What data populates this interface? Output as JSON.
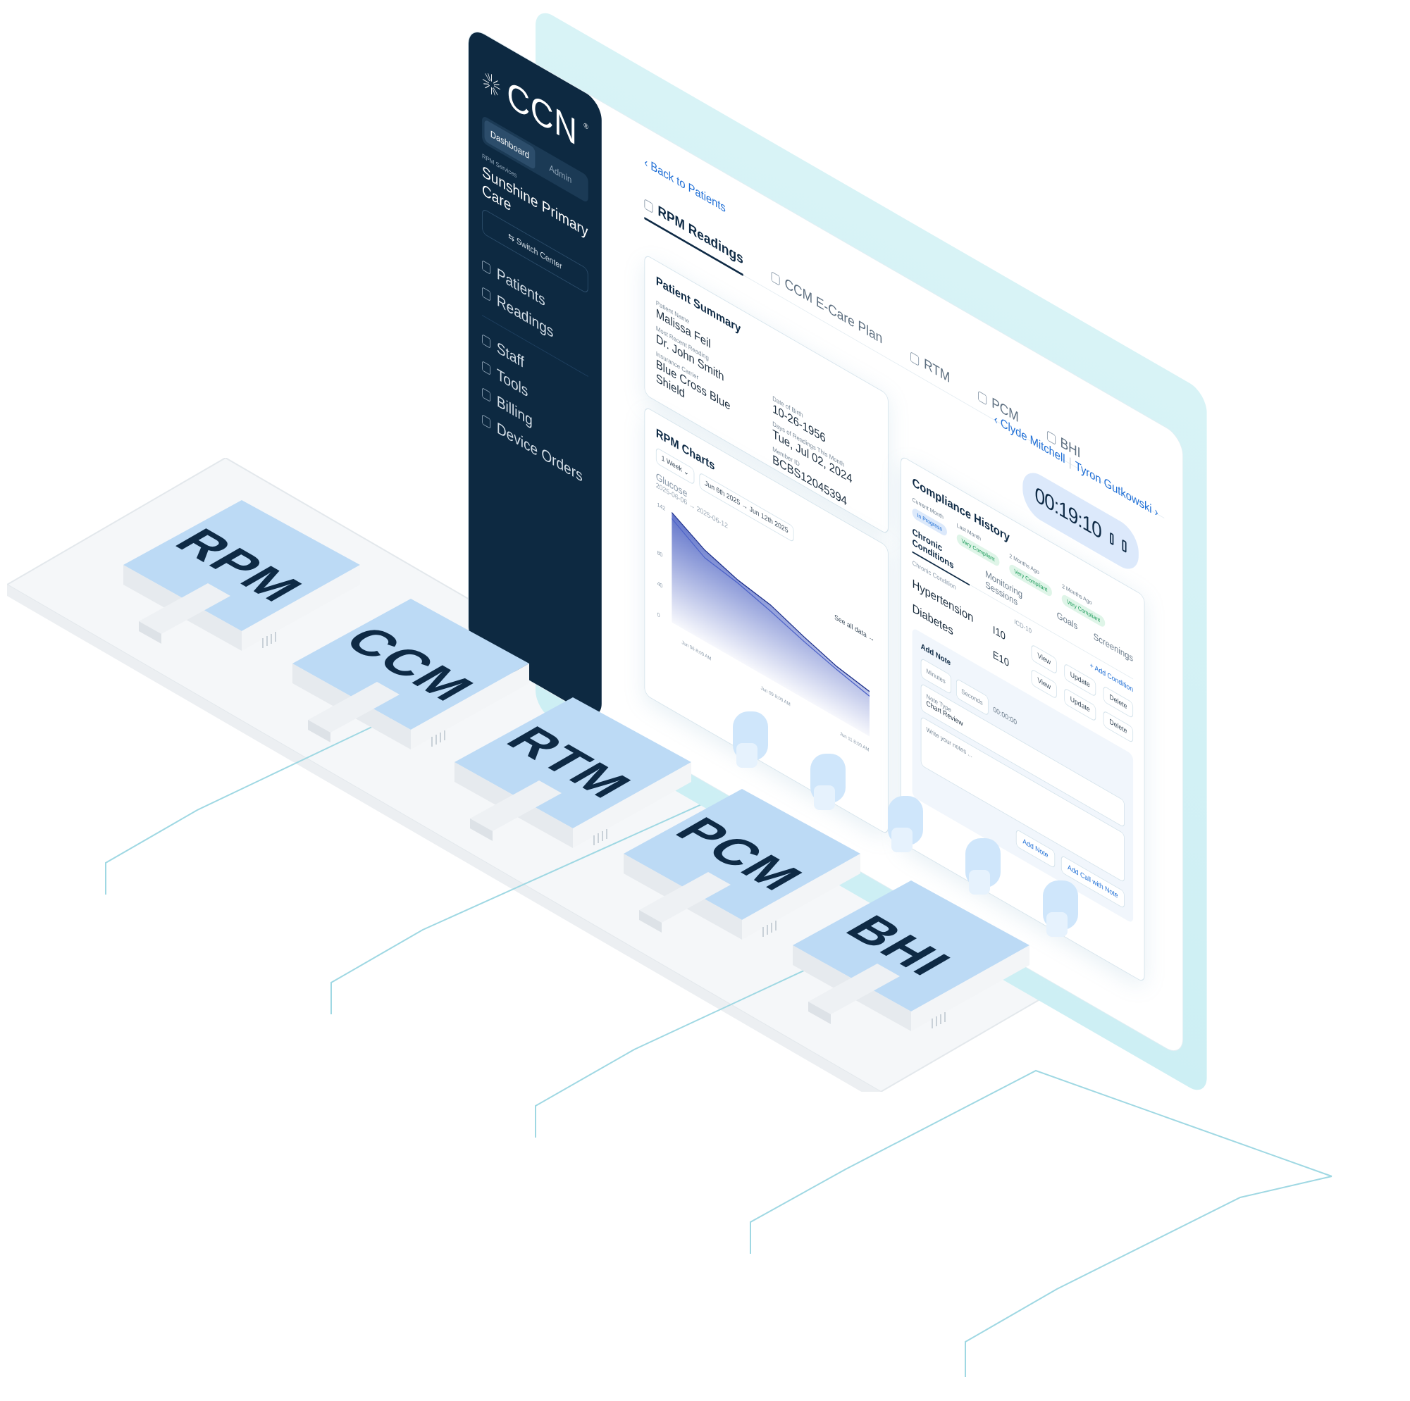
{
  "brand": {
    "name": "CCN",
    "reg": "®"
  },
  "sidebar": {
    "segments": [
      "Dashboard",
      "Admin"
    ],
    "service_caption": "RPM Services",
    "service_name": "Sunshine Primary Care",
    "switch_label": "Switch Center",
    "nav_primary": [
      "Patients",
      "Readings"
    ],
    "nav_secondary": [
      "Staff",
      "Tools",
      "Billing",
      "Device Orders"
    ]
  },
  "main": {
    "back_link": "Back to Patients",
    "tabs": [
      "RPM Readings",
      "CCM E-Care Plan",
      "RTM",
      "PCM",
      "BHI"
    ],
    "patient_nav": {
      "prev": "Clyde Mitchell",
      "next": "Tyron Gutkowski"
    }
  },
  "summary": {
    "title": "Patient Summary",
    "patient_name_cap": "Patient Name",
    "patient_name": "Malissa Feil",
    "recent_reading_cap": "Most Recent Reading",
    "recent_reading": "Dr. John Smith",
    "insurance_cap": "Insurance Carrier",
    "insurance": "Blue Cross Blue Shield",
    "dob_cap": "Date of Birth",
    "dob": "10-26-1956",
    "days_cap": "Days of Readings This Month",
    "days": "Tue, Jul 02, 2024",
    "member_cap": "Member ID",
    "member": "BCBS12045394"
  },
  "charts": {
    "title": "RPM Charts",
    "range": "1 Week",
    "from": "Jun 6th 2025",
    "to": "Jun 12th 2025",
    "series": "Glucose",
    "series_dates": "2025-06-06 → 2025-06-12",
    "see_all": "See all data",
    "x_ticks": [
      "Jun 06 8:00 AM",
      "Jun 09 8:00 AM",
      "Jun 11 8:00 AM"
    ]
  },
  "chart_data": {
    "type": "area",
    "title": "Glucose",
    "ylim": [
      0,
      142
    ],
    "y_ticks": [
      0,
      40,
      80,
      142
    ],
    "series": [
      {
        "values": [
          142,
          118,
          104,
          96,
          80,
          66,
          58
        ]
      },
      {
        "values": [
          134,
          108,
          100,
          88,
          74,
          62,
          52
        ]
      }
    ]
  },
  "compliance": {
    "title": "Compliance History",
    "months": [
      {
        "cap": "Current Month",
        "status": "In Progress",
        "kind": "prog"
      },
      {
        "cap": "Last Month",
        "status": "Very Compliant",
        "kind": "good"
      },
      {
        "cap": "2 Months Ago",
        "status": "Very Compliant",
        "kind": "good"
      },
      {
        "cap": "2 Months Ago",
        "status": "Very Compliant",
        "kind": "good"
      }
    ],
    "sub_tabs": [
      "Chronic Conditions",
      "Monitoring Sessions",
      "Goals",
      "Screenings"
    ],
    "cc_caption": "Chronic Condition",
    "icd_caption": "ICD-10",
    "add_condition": "Add Condition",
    "conditions": [
      {
        "name": "Hypertension",
        "code": "I10"
      },
      {
        "name": "Diabetes",
        "code": "E10"
      }
    ],
    "btn_view": "View",
    "btn_update": "Update",
    "btn_delete": "Delete",
    "note": {
      "title": "Add Note",
      "minutes": "Minutes",
      "seconds": "Seconds",
      "elapsed": "00:00:00",
      "type_cap": "Note Type",
      "type_val": "Chart Review",
      "placeholder": "Write your notes ...",
      "add_note": "Add Note",
      "add_call": "Add Call with Note"
    }
  },
  "timer": {
    "value": "00:19:10"
  },
  "modules": [
    "RPM",
    "CCM",
    "RTM",
    "PCM",
    "BHI"
  ],
  "colors": {
    "navy": "#0d2941",
    "accent": "#1f6fd6",
    "module": "#bcdaf5",
    "mint": "#cdeff4"
  }
}
